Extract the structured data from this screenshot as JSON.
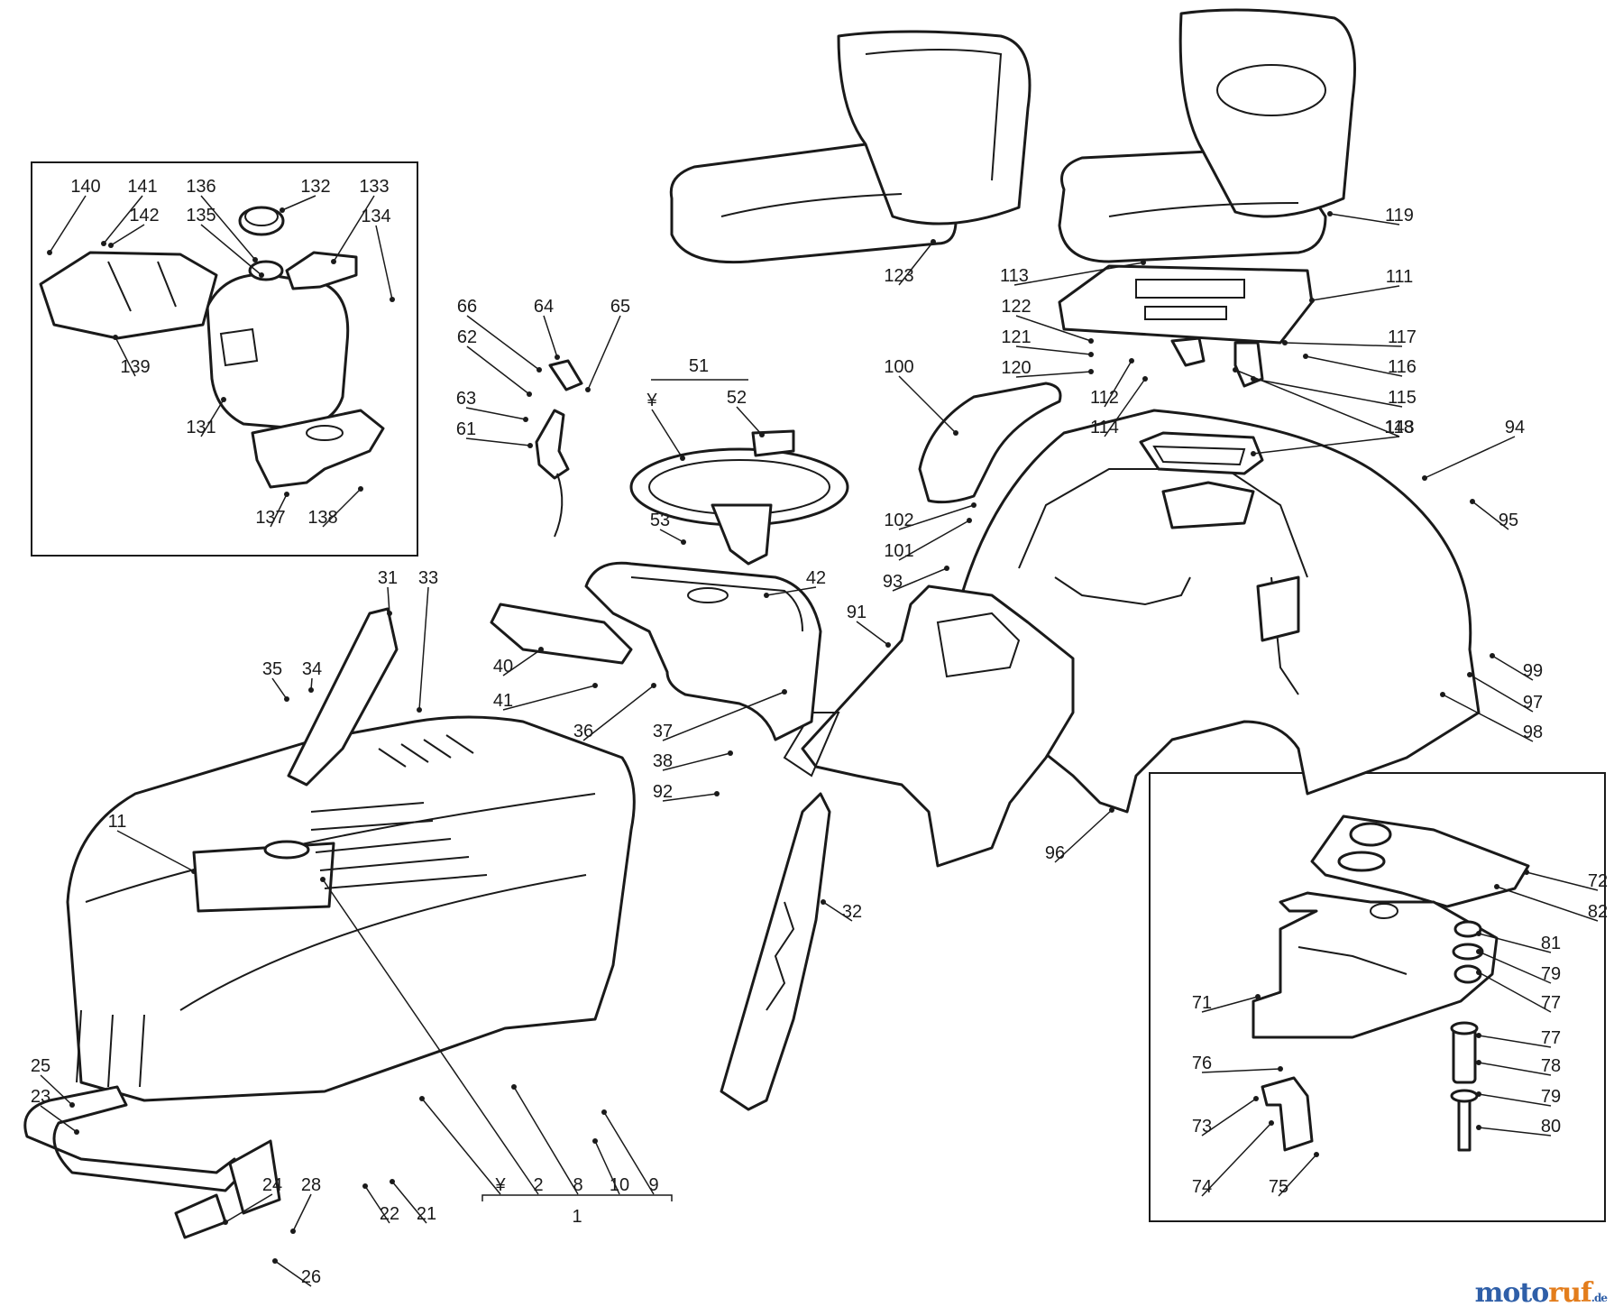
{
  "watermark": {
    "part_a": "moto",
    "part_b": "ruf",
    "part_c": ".de"
  },
  "callouts": [
    {
      "id": "c140",
      "text": "140"
    },
    {
      "id": "c141",
      "text": "141"
    },
    {
      "id": "c142",
      "text": "142"
    },
    {
      "id": "c136",
      "text": "136"
    },
    {
      "id": "c135",
      "text": "135"
    },
    {
      "id": "c132",
      "text": "132"
    },
    {
      "id": "c133",
      "text": "133"
    },
    {
      "id": "c134",
      "text": "134"
    },
    {
      "id": "c139",
      "text": "139"
    },
    {
      "id": "c131",
      "text": "131"
    },
    {
      "id": "c137",
      "text": "137"
    },
    {
      "id": "c138",
      "text": "138"
    },
    {
      "id": "c66",
      "text": "66"
    },
    {
      "id": "c64",
      "text": "64"
    },
    {
      "id": "c65",
      "text": "65"
    },
    {
      "id": "c62",
      "text": "62"
    },
    {
      "id": "c63",
      "text": "63"
    },
    {
      "id": "c61",
      "text": "61"
    },
    {
      "id": "c51",
      "text": "51"
    },
    {
      "id": "c51y",
      "text": "¥"
    },
    {
      "id": "c52",
      "text": "52"
    },
    {
      "id": "c53",
      "text": "53"
    },
    {
      "id": "c42",
      "text": "42"
    },
    {
      "id": "c40",
      "text": "40"
    },
    {
      "id": "c41",
      "text": "41"
    },
    {
      "id": "c36",
      "text": "36"
    },
    {
      "id": "c37",
      "text": "37"
    },
    {
      "id": "c38",
      "text": "38"
    },
    {
      "id": "c92",
      "text": "92"
    },
    {
      "id": "c31",
      "text": "31"
    },
    {
      "id": "c33",
      "text": "33"
    },
    {
      "id": "c35",
      "text": "35"
    },
    {
      "id": "c34",
      "text": "34"
    },
    {
      "id": "c11",
      "text": "11"
    },
    {
      "id": "c25",
      "text": "25"
    },
    {
      "id": "c23",
      "text": "23"
    },
    {
      "id": "c24",
      "text": "24"
    },
    {
      "id": "c28",
      "text": "28"
    },
    {
      "id": "c26",
      "text": "26"
    },
    {
      "id": "c22",
      "text": "22"
    },
    {
      "id": "c21",
      "text": "21"
    },
    {
      "id": "c1y",
      "text": "¥"
    },
    {
      "id": "c2",
      "text": "2"
    },
    {
      "id": "c8",
      "text": "8"
    },
    {
      "id": "c10",
      "text": "10"
    },
    {
      "id": "c9",
      "text": "9"
    },
    {
      "id": "c1",
      "text": "1"
    },
    {
      "id": "c32",
      "text": "32"
    },
    {
      "id": "c123",
      "text": "123"
    },
    {
      "id": "c119",
      "text": "119"
    },
    {
      "id": "c113",
      "text": "113"
    },
    {
      "id": "c111",
      "text": "111"
    },
    {
      "id": "c122",
      "text": "122"
    },
    {
      "id": "c121",
      "text": "121"
    },
    {
      "id": "c120",
      "text": "120"
    },
    {
      "id": "c117",
      "text": "117"
    },
    {
      "id": "c116",
      "text": "116"
    },
    {
      "id": "c115",
      "text": "115"
    },
    {
      "id": "c112",
      "text": "112"
    },
    {
      "id": "c114",
      "text": "114"
    },
    {
      "id": "c118",
      "text": "118"
    },
    {
      "id": "c100",
      "text": "100"
    },
    {
      "id": "c143",
      "text": "143"
    },
    {
      "id": "c94",
      "text": "94"
    },
    {
      "id": "c102",
      "text": "102"
    },
    {
      "id": "c101",
      "text": "101"
    },
    {
      "id": "c93",
      "text": "93"
    },
    {
      "id": "c95",
      "text": "95"
    },
    {
      "id": "c91",
      "text": "91"
    },
    {
      "id": "c99",
      "text": "99"
    },
    {
      "id": "c97",
      "text": "97"
    },
    {
      "id": "c98",
      "text": "98"
    },
    {
      "id": "c96",
      "text": "96"
    },
    {
      "id": "c72",
      "text": "72"
    },
    {
      "id": "c82",
      "text": "82"
    },
    {
      "id": "c81",
      "text": "81"
    },
    {
      "id": "c79a",
      "text": "79"
    },
    {
      "id": "c77a",
      "text": "77"
    },
    {
      "id": "c71",
      "text": "71"
    },
    {
      "id": "c77b",
      "text": "77"
    },
    {
      "id": "c76",
      "text": "76"
    },
    {
      "id": "c78",
      "text": "78"
    },
    {
      "id": "c79b",
      "text": "79"
    },
    {
      "id": "c73",
      "text": "73"
    },
    {
      "id": "c80",
      "text": "80"
    },
    {
      "id": "c74",
      "text": "74"
    },
    {
      "id": "c75",
      "text": "75"
    }
  ]
}
